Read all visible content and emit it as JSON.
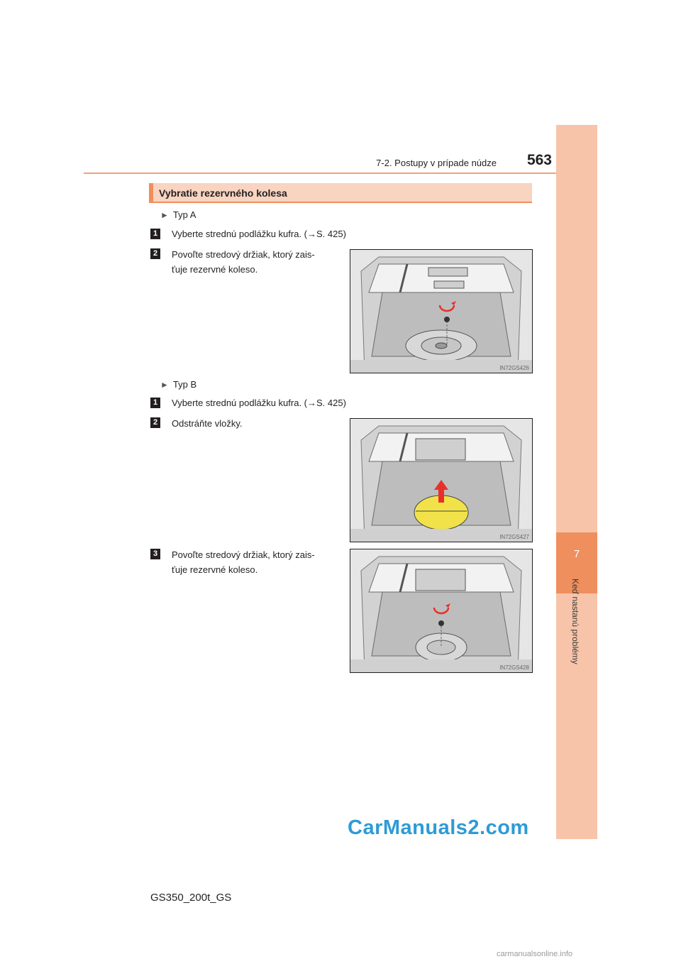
{
  "header": {
    "section_title": "7-2. Postupy v prípade núdze",
    "page_number": "563"
  },
  "side_tab": {
    "chapter_number": "7",
    "chapter_label": "Keď nastanú problémy"
  },
  "section": {
    "title": "Vybratie rezervného kolesa"
  },
  "type_a": {
    "label": "Typ A",
    "steps": [
      {
        "number": "1",
        "text": "Vyberte strednú podlážku kufra. (→S. 425)"
      },
      {
        "number": "2",
        "text_line1": "Povoľte stredový držiak, ktorý zais-",
        "text_line2": "ťuje rezervné koleso."
      }
    ],
    "figure_code": "IN72GS426"
  },
  "type_b": {
    "label": "Typ B",
    "steps": [
      {
        "number": "1",
        "text": "Vyberte strednú podlážku kufra. (→S. 425)"
      },
      {
        "number": "2",
        "text": "Odstráňte vložky."
      },
      {
        "number": "3",
        "text_line1": "Povoľte stredový držiak, ktorý zais-",
        "text_line2": "ťuje rezervné koleso."
      }
    ],
    "figure_codes": [
      "IN72GS427",
      "IN72GS428"
    ]
  },
  "footer": {
    "model": "GS350_200t_GS"
  },
  "watermarks": {
    "primary": "CarManuals2.com",
    "secondary": "carmanualsonline.info"
  },
  "colors": {
    "accent": "#ef8f5e",
    "tab": "#f7c4a9",
    "section_bg": "#f8d4c1",
    "watermark": "#2e9bd6",
    "arrow_red": "#e8302a",
    "insert_yellow": "#f2e24a"
  }
}
